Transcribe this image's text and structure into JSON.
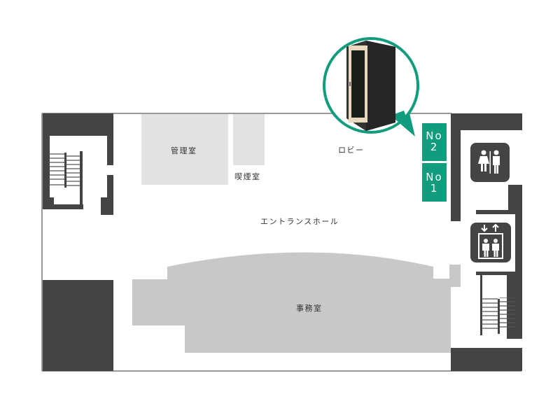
{
  "floor_plan": {
    "rooms": {
      "management": "管理室",
      "smoking": "喫煙室",
      "lobby": "ロビー",
      "entrance_hall": "エントランスホール",
      "office": "事務室"
    },
    "booths": [
      {
        "label_top": "No",
        "label_num": "2"
      },
      {
        "label_top": "No",
        "label_num": "1"
      }
    ],
    "icons": {
      "restroom": "restroom-icon",
      "elevator": "elevator-icon",
      "booth_callout": "phone-booth-image"
    },
    "colors": {
      "accent": "#119c7e",
      "wall": "#444444",
      "room_light": "#e2e2e2",
      "office": "#c8c8c8",
      "outline": "#999999"
    }
  }
}
